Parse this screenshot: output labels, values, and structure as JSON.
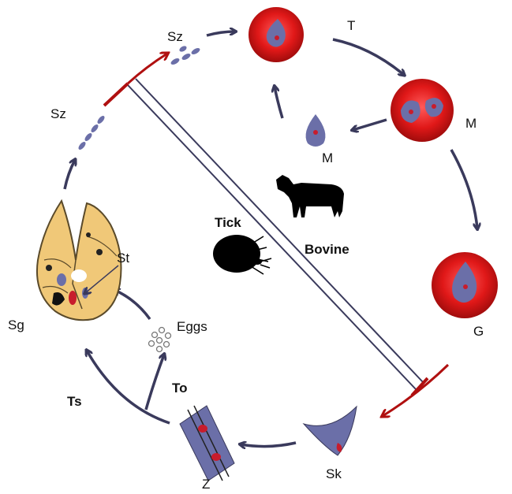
{
  "labels": {
    "sz_top": "Sz",
    "t": "T",
    "m_right": "M",
    "m_small": "M",
    "g": "G",
    "sk": "Sk",
    "z": "Z",
    "ts": "Ts",
    "to": "To",
    "eggs": "Eggs",
    "st": "St",
    "sg": "Sg",
    "sz_left": "Sz",
    "tick": "Tick",
    "bovine": "Bovine"
  },
  "colors": {
    "arrow": "#3a3a5c",
    "red_arrow": "#b01010",
    "rbc": "#e01818",
    "parasite": "#6b6fa8",
    "parasite_core": "#c81c2c",
    "gland": "#f0c878"
  }
}
